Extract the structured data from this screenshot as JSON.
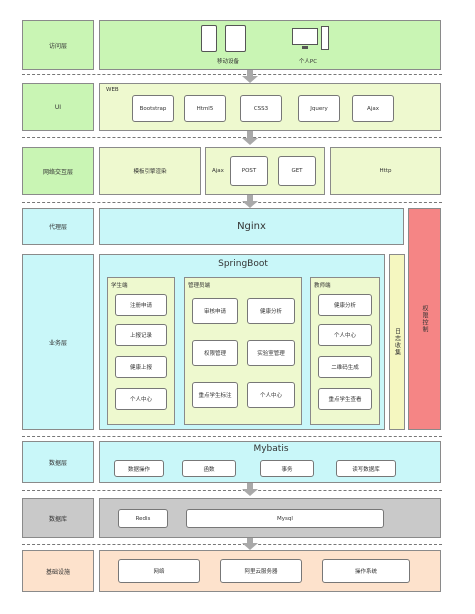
{
  "layers": {
    "access": "访问层",
    "ui": "UI",
    "gateway": "网络交互层",
    "proxy": "代理层",
    "business": "业务层",
    "data": "数据层",
    "database": "数据库",
    "infra": "基础设施"
  },
  "access": {
    "mobile": "移动设备",
    "pc": "个人PC"
  },
  "ui": {
    "web": "WEB",
    "items": [
      "Bootstrap",
      "Html5",
      "CSS3",
      "Jquery",
      "Ajax"
    ]
  },
  "gateway": {
    "template": "模板引擎渲染",
    "ajax": "Ajax",
    "post": "POST",
    "get": "GET",
    "http": "Http"
  },
  "proxy": {
    "nginx": "Nginx"
  },
  "business": {
    "springboot": "SpringBoot",
    "student": {
      "title": "学生端",
      "items": [
        "注册申请",
        "上报记录",
        "健康上报",
        "个人中心"
      ]
    },
    "admin": {
      "title": "管理员端",
      "items": [
        "审核申请",
        "健康分析",
        "权限管理",
        "实验室管理",
        "重点学生标注",
        "个人中心"
      ]
    },
    "teacher": {
      "title": "教师端",
      "items": [
        "健康分析",
        "个人中心",
        "二维码生成",
        "重点学生查看"
      ]
    },
    "log": "日志收集",
    "auth": "权限控制"
  },
  "data": {
    "mybatis": "Mybatis",
    "items": [
      "数据操作",
      "函数",
      "事务",
      "读写数据库"
    ]
  },
  "database": {
    "redis": "Redis",
    "mysql": "Mysql"
  },
  "infra": {
    "items": [
      "网络",
      "阿里云服务器",
      "操作系统"
    ]
  },
  "colors": {
    "green": "#c9f5b4",
    "yellow": "#eef9cf",
    "cyan": "#c9f7f9",
    "gray": "#c9c9c9",
    "peach": "#fde2cc",
    "red": "#f58585"
  }
}
